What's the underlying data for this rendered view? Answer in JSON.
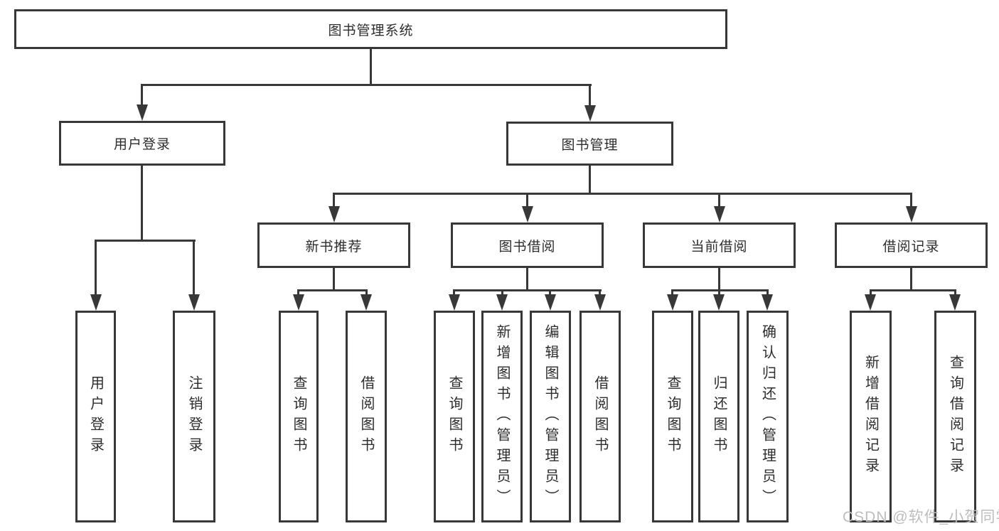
{
  "diagram": {
    "title": "图书管理系统",
    "root": {
      "label": "图书管理系统"
    },
    "level2": [
      {
        "label": "用户登录"
      },
      {
        "label": "图书管理"
      }
    ],
    "level3": [
      {
        "label": "新书推荐",
        "parent": "图书管理"
      },
      {
        "label": "图书借阅",
        "parent": "图书管理"
      },
      {
        "label": "当前借阅",
        "parent": "图书管理"
      },
      {
        "label": "借阅记录",
        "parent": "图书管理"
      }
    ],
    "leaves": [
      {
        "label": "用户登录",
        "parent": "用户登录"
      },
      {
        "label": "注销登录",
        "parent": "用户登录"
      },
      {
        "label": "查询图书",
        "parent": "新书推荐"
      },
      {
        "label": "借阅图书",
        "parent": "新书推荐"
      },
      {
        "label": "查询图书",
        "parent": "图书借阅"
      },
      {
        "label": "新增图书（管理员）",
        "parent": "图书借阅"
      },
      {
        "label": "编辑图书（管理员）",
        "parent": "图书借阅"
      },
      {
        "label": "借阅图书",
        "parent": "图书借阅"
      },
      {
        "label": "查询图书",
        "parent": "当前借阅"
      },
      {
        "label": "归还图书",
        "parent": "当前借阅"
      },
      {
        "label": "确认归还（管理员）",
        "parent": "当前借阅"
      },
      {
        "label": "新增借阅记录",
        "parent": "借阅记录"
      },
      {
        "label": "查询借阅记录",
        "parent": "借阅记录"
      }
    ],
    "watermark": "CSDN @软件_小贺同学",
    "colors": {
      "line": "#383838",
      "text": "#2d2d2d",
      "watermark": "#bdbdbd",
      "background": "#ffffff"
    }
  }
}
